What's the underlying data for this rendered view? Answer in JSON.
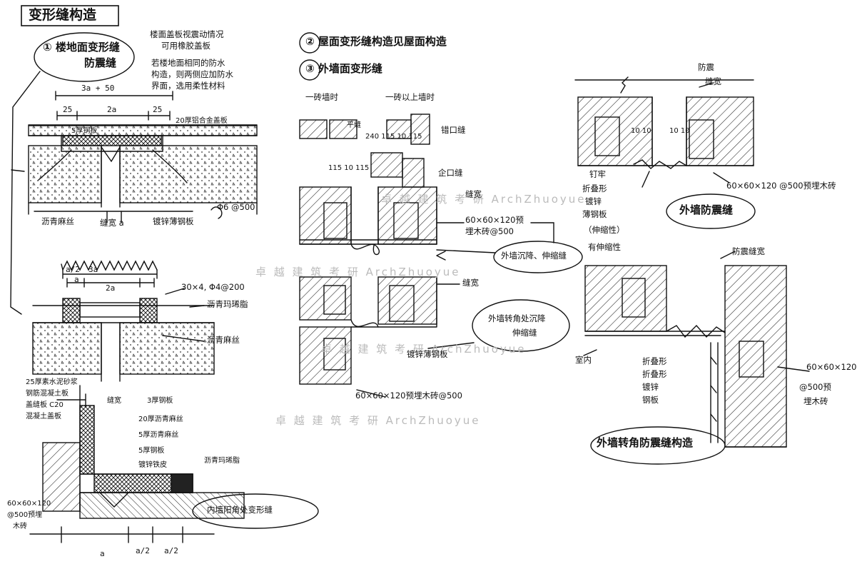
{
  "title": "变形缝构造",
  "floor_joint": {
    "heading": "① 楼地面变形缝",
    "sub": "防震缝",
    "note_1": "楼面盖板视震动情况",
    "note_2": "可用橡胶盖板",
    "note_3": "若楼地面相同的防水",
    "note_4": "构造，则两侧应加防水",
    "note_5": "界面，选用柔性材料",
    "dim_top": "3a + 50",
    "dim_25a": "25",
    "dim_2a": "2a",
    "dim_25b": "25",
    "label_cover": "20厚铝合金盖板",
    "label_plate": "5厚钢板",
    "label_asphalt": "沥青麻丝",
    "label_gap": "缝宽 a",
    "label_galv": "镀锌薄钢板",
    "label_anchor": "Φ6 @500",
    "dim_a2": "a/2",
    "dim_3a": "3a",
    "dim_a": "a",
    "dim_2a_b": "2a",
    "label_steel": "30×4, Φ4@200",
    "label_seal": "沥青玛琋脂",
    "label_mastic": "沥青麻丝",
    "label_layer1": "25厚素水泥砂浆",
    "label_layer2": "钢筋混凝土板",
    "label_layer3": "盖缝板 C20",
    "label_layer4": "混凝土盖板",
    "label_gap_b": "缝宽",
    "label_cover_b": "3厚钢板",
    "label_felt": "20厚沥青麻丝",
    "label_felt2": "5厚沥青麻丝",
    "label_steel2": "5厚钢板",
    "label_seal2": "沥青玛琋脂",
    "label_seal3": "镀锌铁皮",
    "label_wood": "60×60×120",
    "label_wood2": "@500预埋",
    "label_wood3": "木砖",
    "wall_caption": "内墙阳角处变形缝",
    "dim_bottom_a": "a",
    "dim_bottom_a2a": "a/2",
    "dim_bottom_a2b": "a/2"
  },
  "roof_joint": {
    "heading": "② 屋面变形缝构造见屋面构造",
    "heading_3": "③ 外墙面变形缝",
    "brick_one": "一砖墙时",
    "brick_more": "一砖以上墙时",
    "flat": "平缝",
    "dims": "240 115 10 115",
    "lap": "错口缝",
    "dims2": "115 10 115",
    "tongue": "企口缝",
    "gap_width": "缝宽",
    "wood_block": "60×60×120预",
    "wood_block2": "埋木砖@500",
    "caption_1": "外墙沉降、伸缩缝",
    "gap_width_2": "缝宽",
    "caption_2": "外墙转角处沉降",
    "caption_2b": "伸缩缝",
    "galv": "镀锌薄钢板",
    "wood_block3": "60×60×120预埋木砖@500"
  },
  "seismic": {
    "title_gap": "防震",
    "title_gap2": "缝宽",
    "dims": "10 10",
    "dims2": "10 10",
    "wood": "60×60×120 @500预埋木砖",
    "sheet_1": "折叠形",
    "sheet_2": "镀锌",
    "sheet_3": "薄钢板",
    "sheet_4": "（伸缩性）",
    "sheet_5": "有伸缩性",
    "sheet_6": "钉牢",
    "caption": "外墙防震缝",
    "gap_label": "防震缝宽",
    "inside": "室内",
    "fold_1": "折叠形",
    "fold_2": "折叠形",
    "fold_3": "镀锌",
    "fold_4": "钢板",
    "wood_1": "60×60×120",
    "wood_2": "@500预",
    "wood_3": "埋木砖",
    "caption_2": "外墙转角防震缝构造"
  },
  "watermark": "卓 越 建 筑 考 研 ArchZhuoyue"
}
